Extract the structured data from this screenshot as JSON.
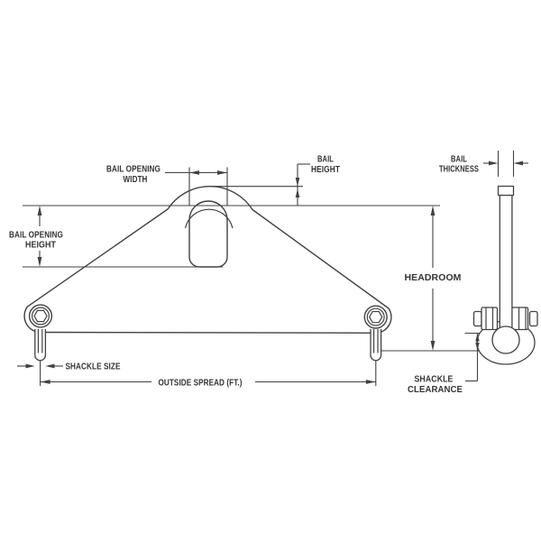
{
  "diagram": {
    "labels": {
      "bail_opening_width": [
        "BAIL OPENING",
        "WIDTH"
      ],
      "bail_height": [
        "BAIL",
        "HEIGHT"
      ],
      "bail_thickness": [
        "BAIL",
        "THICKNESS"
      ],
      "bail_opening_height": [
        "BAIL OPENING",
        "HEIGHT"
      ],
      "headroom": "HEADROOM",
      "shackle_size": "SHACKLE SIZE",
      "outside_spread": "OUTSIDE SPREAD (FT.)",
      "shackle_clearance": [
        "SHACKLE",
        "CLEARANCE"
      ]
    },
    "colors": {
      "background": "#ffffff",
      "line": "#414141",
      "text": "#333333"
    }
  }
}
